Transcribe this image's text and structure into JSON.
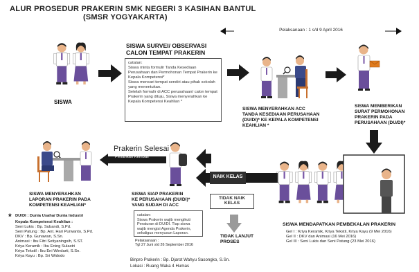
{
  "header": {
    "title": "ALUR PROSEDUR PRAKERIN  SMK NEGERI 3 KASIHAN BANTUL",
    "subtitle": "(SMSR YOGYAKARTA)"
  },
  "timeline": {
    "label": "Pelaksanaan : 1 s/d 9 April 2016"
  },
  "steps": {
    "siswa": "SISWA",
    "survei": "SISWA SURVEI/ OBSERVASI\nCALON TEMPAT PRAKERIN",
    "catatan": "catatan:\nSiswa minta formulir Tanda Kesediaan Perusahaan dan Permohonan Tempat Prakerin ke Kepala Kompetensi*\nSiswa mencari tempat sendiri atau pihak sekolah yang menentukan.\nSetelah formulir di ACC perusahaan/ calon tempat Prakerin yang dituju, Siswa menyerahkan ke Kepala Kompetensi Keahlian *",
    "menyerahkan_acc": "SISWA MENYERAHKAN ACC\nTANDA KESEDIAAN PERUSAHAAN\n(DU/DI)* KE KEPALA KOMPETENSI\nKEAHLIAN *",
    "memberikan_surat": "SISWA MEMBERIKAN\nSURAT PERMOHONAN\nPRAKERIN PADA\nPERUSAHAAN (DU/DI)*",
    "pembekalan": "SISWA MENDAPATKAN PEMBEKALAN PRAKERIN",
    "gel": [
      "Gel I : Kriya Keramik, Kriya Tekstil, Kriya Kayu (9 Mei 2016)",
      "Gel II : DKV dan Animasi (16 Mei 2016)",
      "Gel III : Seni Lukis dan Seni Patung (23 Mei 2016)"
    ],
    "naik_kelas": "NAIK KELAS",
    "tidak_naik_kelas": "TIDAK NAIK\nKELAS",
    "tidak_lanjut": "TIDAK LANJUT\nPROSES",
    "siap_prakerin": "SISWA SIAP PRAKERIN\nKE PERUSAHAAN (DU/DI)*\nYANG SUDAH DI ACC",
    "catatan2": "catatan:\nSiswa Prakerin wajib mengikuti Peraturan di DU/DI. Tiap siswa wajib mengisi Agenda Prakerin, sekaligus menyusun Laporan.",
    "pelaksanaan2": "Pelaksanaan :\nTgl 27 Juni s/d 26 September 2016",
    "prakerin_selesai": "Prakerin Selesai",
    "penarikan": "Penarikan Kembali",
    "menyerahkan_laporan": "SISWA MENYERAHKAN\nLAPORAN PRAKERIN PADA\nKOMPETENSI KEAHLIAN*",
    "binpro": "Binpro Prakerin : Bp. Djarot Wahyu Sasongko, S.Sn.",
    "lokasi": "Lokasi : Ruang Waka 4 Humas"
  },
  "legend": {
    "star": "*",
    "dudi": "DU/DI : Dunia Usaha/ Dunia Industri",
    "kk_title": "Kepala Kompetensi Keahlian :",
    "items": [
      "Seni Lukis : Bp. Subandi, S.Pd.",
      "Seni Patung : Bp. Ant. Hari Purwanto, S.Pd.",
      "DKV : Bp. Gunawan, S.Sn.",
      "Animasi : Ibu Fitri Setiyaningsih, S.ST.",
      "Kriya Keramik : Ibu Ening Sulastri",
      "Kriya Tekstil : Ibu Eni Windarti, S.Sn.",
      "Kriya Kayu : Bp. Sri Widodo"
    ]
  },
  "colors": {
    "accent_purple": "#7b5aa8",
    "arrow": "#1a1a1a",
    "dark_box": "#2f2f2f",
    "skin": "#e9b48a",
    "desk": "#a9a9a9"
  }
}
